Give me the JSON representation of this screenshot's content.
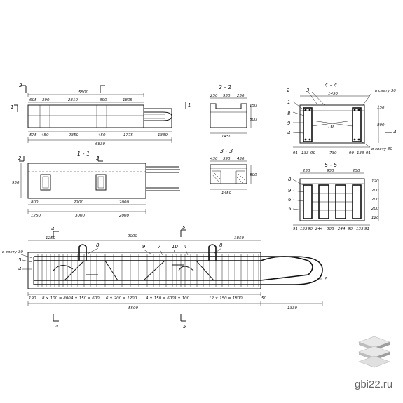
{
  "views": {
    "plan": {
      "cut_top_left": "2",
      "cut_top_mid": "3",
      "cut_left": "1",
      "cut_right": "1",
      "dim_total_top": "5500",
      "dims_top": [
        "605",
        "390",
        "2310",
        "390",
        "1805"
      ],
      "dims_bottom": [
        "575",
        "450",
        "2350",
        "450",
        "1775",
        "1330"
      ],
      "dim_total_bottom": "6830"
    },
    "section_1_1": {
      "title": "1 - 1",
      "cut_left": "2",
      "cut_mid": "3",
      "height": "950",
      "dims_row1": [
        "800",
        "2700",
        "2000"
      ],
      "dims_row2": [
        "1250",
        "3000",
        "2000"
      ]
    },
    "section_2_2": {
      "title": "2 - 2",
      "dims_top": [
        "250",
        "950",
        "250"
      ],
      "dims_right": [
        "150",
        "800"
      ],
      "dim_bottom": "1450"
    },
    "section_3_3": {
      "title": "3 - 3",
      "dims_top": [
        "430",
        "590",
        "430"
      ],
      "dim_right": "800",
      "dim_bottom": "1450"
    },
    "section_4_4": {
      "title": "4 - 4",
      "labels": [
        "2",
        "3",
        "1",
        "8",
        "9",
        "4",
        "10"
      ],
      "dim_top": "1450",
      "note_top": "в свету 30",
      "note_bottom": "в свету 30",
      "dims_right": [
        "150",
        "800"
      ],
      "cut": "4",
      "dims_bottom": [
        "91",
        "133",
        "90",
        "730",
        "90",
        "133",
        "91"
      ]
    },
    "section_5_5": {
      "title": "5 - 5",
      "labels": [
        "8",
        "9",
        "6",
        "5"
      ],
      "dims_top": [
        "250",
        "950",
        "250"
      ],
      "dims_right": [
        "120",
        "200",
        "200",
        "200",
        "120"
      ],
      "dims_bottom": [
        "91",
        "133",
        "90",
        "244",
        "308",
        "244",
        "90",
        "133",
        "91"
      ]
    },
    "reinforcement": {
      "cut_left_top": "4",
      "cut_left_bottom": "4",
      "cut_mid_top": "5",
      "cut_mid_bottom": "5",
      "dims_top": [
        "1250",
        "3000",
        "1850"
      ],
      "left_note": "в свету 30",
      "left_labels": [
        "5",
        "4"
      ],
      "marks": [
        "8",
        "9",
        "7",
        "10",
        "4",
        "8",
        "6"
      ],
      "dims_bottom": [
        "190",
        "8 × 100 = 800",
        "4 × 150 = 600",
        "6 × 200 = 1200",
        "4 × 150 = 600",
        "3 × 100",
        "12 × 150 = 1800",
        "50"
      ],
      "dim_total": "5500",
      "dim_extra": "1330"
    }
  },
  "watermark": "gbi22.ru"
}
